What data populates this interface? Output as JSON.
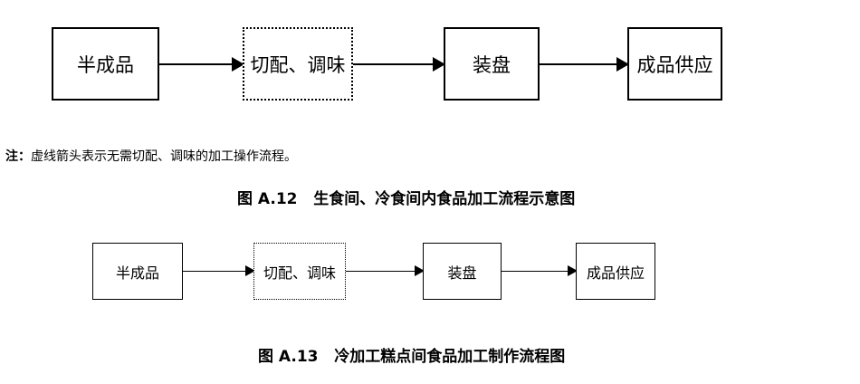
{
  "figure_a12": {
    "nodes": [
      "半成品",
      "切配、调味",
      "装盘",
      "成品供应"
    ],
    "note_label": "注：",
    "note_text": "虚线箭头表示无需切配、调味的加工操作流程。",
    "caption": "图 A.12   生食间、冷食间内食品加工流程示意图"
  },
  "figure_a13": {
    "nodes": [
      "半成品",
      "切配、调味",
      "装盘",
      "成品供应"
    ],
    "caption": "图 A.13   冷加工糕点间食品加工制作流程图"
  }
}
